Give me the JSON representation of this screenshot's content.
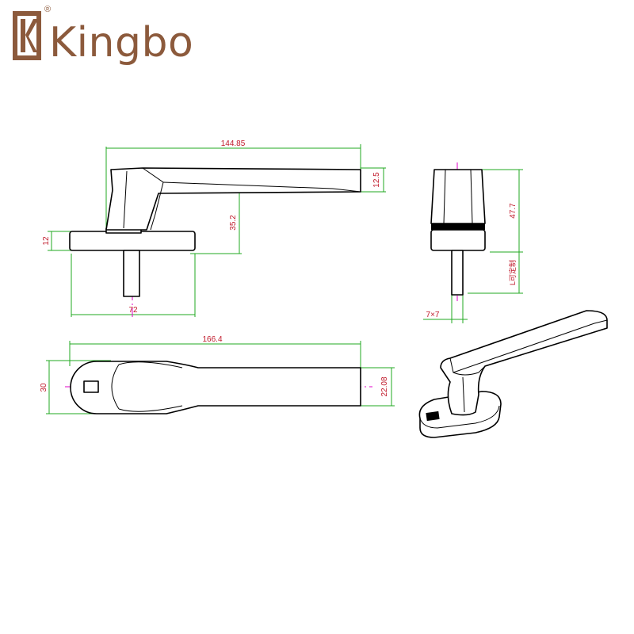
{
  "brand": {
    "name": "Kingbo",
    "registered_mark": "®",
    "colors": {
      "brand": "#8c5a3c",
      "dimension_text": "#c0192a",
      "extension_lines": "#22a822",
      "center_lines": "#e000c8"
    }
  },
  "side_view": {
    "overall_length": "144.85",
    "lever_thickness": "12.5",
    "height": "35.2",
    "base_height": "12",
    "base_length": "72"
  },
  "end_view": {
    "head_height": "47.7",
    "spindle_length": "L可定制",
    "spindle_size": "7×7"
  },
  "top_view": {
    "overall_length": "166.4",
    "base_width": "30",
    "lever_width": "22.08"
  },
  "perspective_view": {
    "label": ""
  }
}
